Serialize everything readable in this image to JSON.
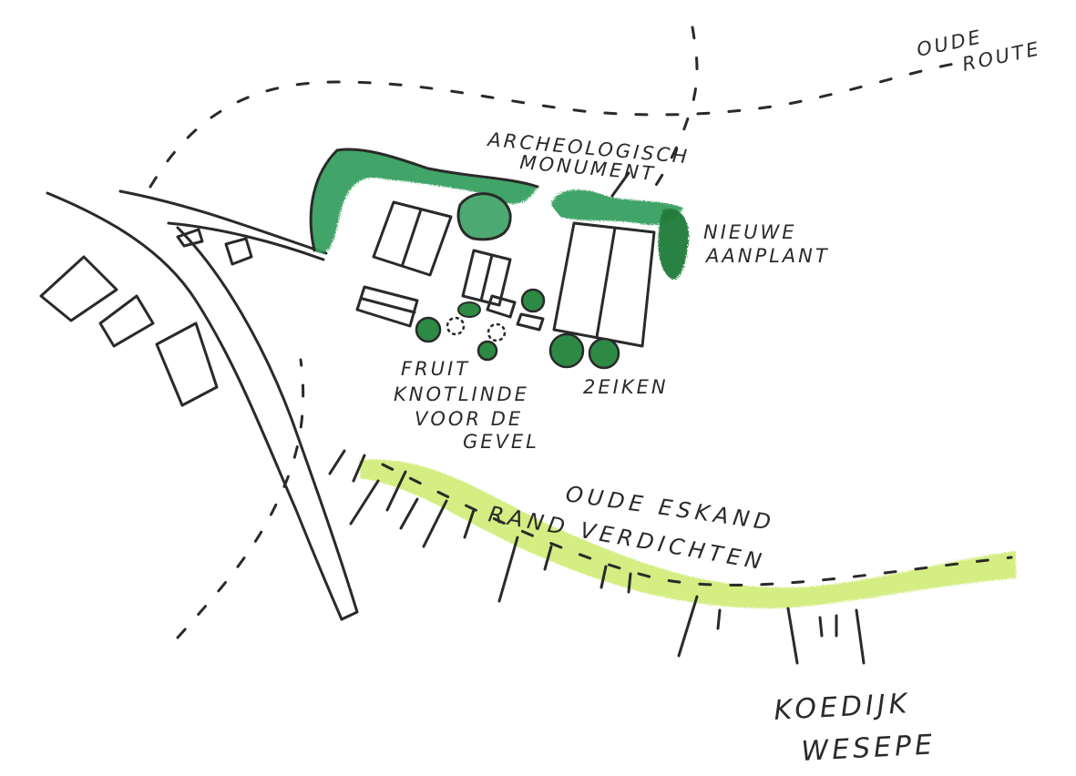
{
  "labels": {
    "oude_route_1": "OUDE",
    "oude_route_2": "ROUTE",
    "archeologisch_1": "ARCHEOLOGISCH",
    "archeologisch_2": "MONUMENT",
    "nieuwe_1": "NIEUWE",
    "nieuwe_2": "AANPLANT",
    "fruit_1": "FRUIT",
    "fruit_2": "KNOTLINDE",
    "fruit_3": "VOOR DE",
    "fruit_4": "GEVEL",
    "eiken": "2EIKEN",
    "eskand_1": "OUDE ESKAND",
    "eskand_2": "RAND VERDICHTEN",
    "koedijk_1": "KOEDIJK",
    "koedijk_2": "WESEPE"
  },
  "colors": {
    "ink": "#2a2a2a",
    "hedge_green": "#2e9a5a",
    "dark_green": "#1f7a3a",
    "tree_green": "#2d8a44",
    "light_green": "#c6e85a"
  }
}
